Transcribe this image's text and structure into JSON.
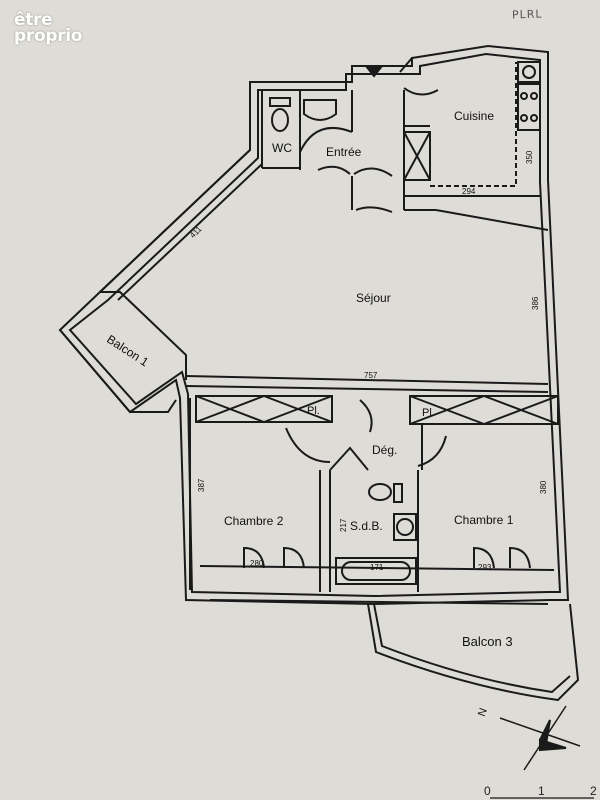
{
  "brand": {
    "line1": "être",
    "line2": "proprio"
  },
  "corner_text": "PLRL",
  "rooms": {
    "wc": "WC",
    "entree": "Entrée",
    "cuisine": "Cuisine",
    "sejour": "Séjour",
    "balcon1": "Balcon 1",
    "deg": "Dég.",
    "pl_left": "Pl.",
    "pl_right": "Pl.",
    "chambre2": "Chambre 2",
    "sdb": "S.d.B.",
    "chambre1": "Chambre 1",
    "balcon3": "Balcon 3"
  },
  "dimensions": {
    "cuisine_h": "350",
    "cuisine_w": "294",
    "sejour_diag": "411",
    "sejour_h": "386",
    "sejour_w": "757",
    "chambre2_h": "387",
    "chambre2_w": "280",
    "sdb_h": "217",
    "sdb_w": "171",
    "chambre1_h": "380",
    "chambre1_w": "293"
  },
  "compass": {
    "north": "N"
  },
  "scale": [
    "0",
    "1",
    "2"
  ],
  "colors": {
    "paper": "#dedcd6",
    "ink": "#1a1a1a"
  }
}
